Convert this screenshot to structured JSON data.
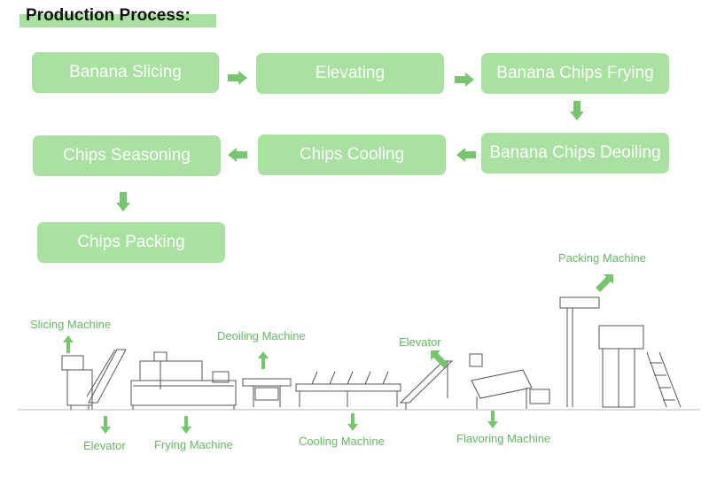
{
  "title": "Production Process:",
  "steps": [
    "Banana Slicing",
    "Elevating",
    "Banana Chips Frying",
    "Banana Chips Deoiling",
    "Chips Cooling",
    "Chips Seasoning",
    "Chips Packing"
  ],
  "machines": [
    "Slicing Machine",
    "Elevator",
    "Frying Machine",
    "Deoiling Machine",
    "Cooling Machine",
    "Elevator",
    "Flavoring Machine",
    "Packing Machine"
  ],
  "colors": {
    "box": "#a9e1a0",
    "label": "#62ba5f",
    "arrow": "#75c66c",
    "line": "#555555"
  }
}
